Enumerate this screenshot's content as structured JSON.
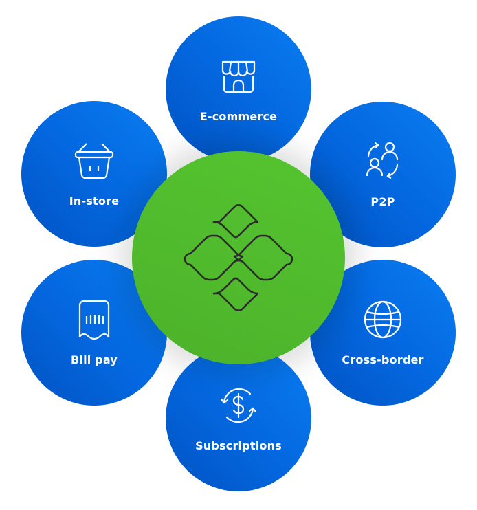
{
  "center": {
    "icon": "pix-logo-icon"
  },
  "nodes": [
    {
      "label": "E-commerce",
      "icon": "storefront-icon"
    },
    {
      "label": "In-store",
      "icon": "shopping-basket-icon"
    },
    {
      "label": "P2P",
      "icon": "people-exchange-icon"
    },
    {
      "label": "Bill pay",
      "icon": "receipt-barcode-icon"
    },
    {
      "label": "Cross-border",
      "icon": "globe-icon"
    },
    {
      "label": "Subscriptions",
      "icon": "dollar-cycle-icon"
    }
  ],
  "colors": {
    "node_blue": "#0468e0",
    "hub_green": "#52c22e",
    "icon_dark": "#2b2b2b"
  }
}
